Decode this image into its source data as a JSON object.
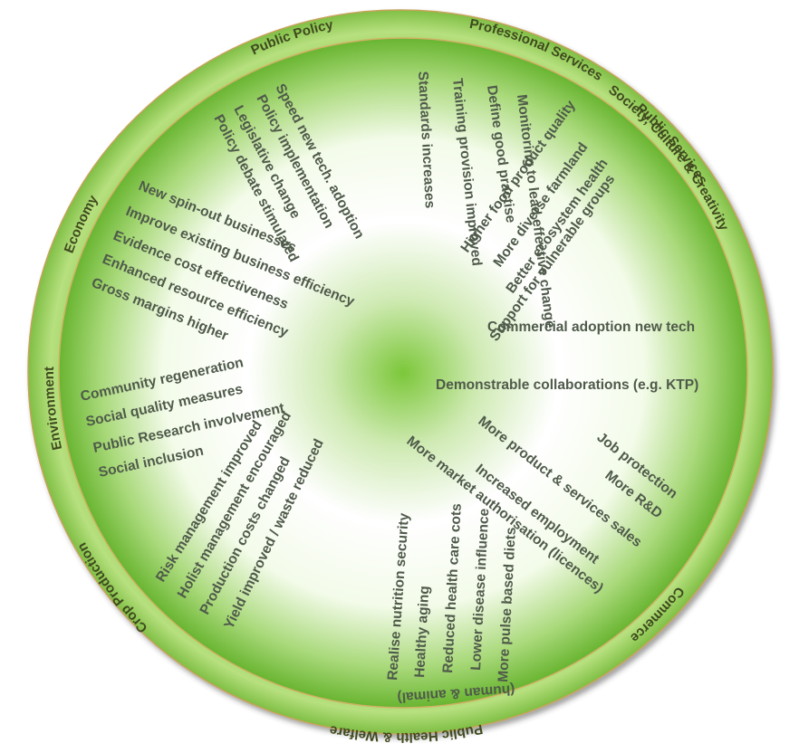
{
  "sectors": [
    {
      "id": "professional-services",
      "label": "Professional Services"
    },
    {
      "id": "public-policy",
      "label": "Public Policy"
    },
    {
      "id": "public-services",
      "label": "Public Services"
    },
    {
      "id": "economy",
      "label": "Economy"
    },
    {
      "id": "society",
      "label": "Society, Culture & Creativity"
    },
    {
      "id": "environment",
      "label": "Environment"
    },
    {
      "id": "commerce",
      "label": "Commerce"
    },
    {
      "id": "crop-production",
      "label": "Crop Production"
    },
    {
      "id": "public-health",
      "label": "Public Health & Welfare"
    }
  ],
  "items": {
    "policy": [
      "Speed new tech. adoption",
      "Policy implementation",
      "Legislative change",
      "Policy debate stimulated"
    ],
    "professional": [
      "Monitoring to lead effective change",
      "Define good practise",
      "Training provision improved",
      "Standards increases"
    ],
    "public_services": [
      "Higher food product quality",
      "More diverse farmland",
      "Better ecosystem health",
      "Support for vulnerable groups"
    ],
    "society": [
      "Commercial adoption new tech",
      "Demonstrable collaborations (e.g. KTP)"
    ],
    "economy": [
      "New spin-out businesses",
      "Improve existing business efficiency",
      "Evidence cost effectiveness",
      "Enhanced resource efficiency",
      "Gross margins higher"
    ],
    "environment": [
      "Community regeneration",
      "Social quality measures",
      "Public Research involvement",
      "Social inclusion"
    ],
    "commerce": [
      "Job protection",
      "More R&D",
      "More product & services sales",
      "Increased employment",
      "More market authorisation (licences)"
    ],
    "crop": [
      "Risk management improved",
      "Holist management encouraged",
      "Production costs changed",
      "Yield improved / waste reduced"
    ],
    "health": [
      "Realise nutrition security",
      "Healthy aging",
      "Reduced health care cots",
      "Lower disease influence",
      "More pulse based diets (human & animal)"
    ]
  }
}
